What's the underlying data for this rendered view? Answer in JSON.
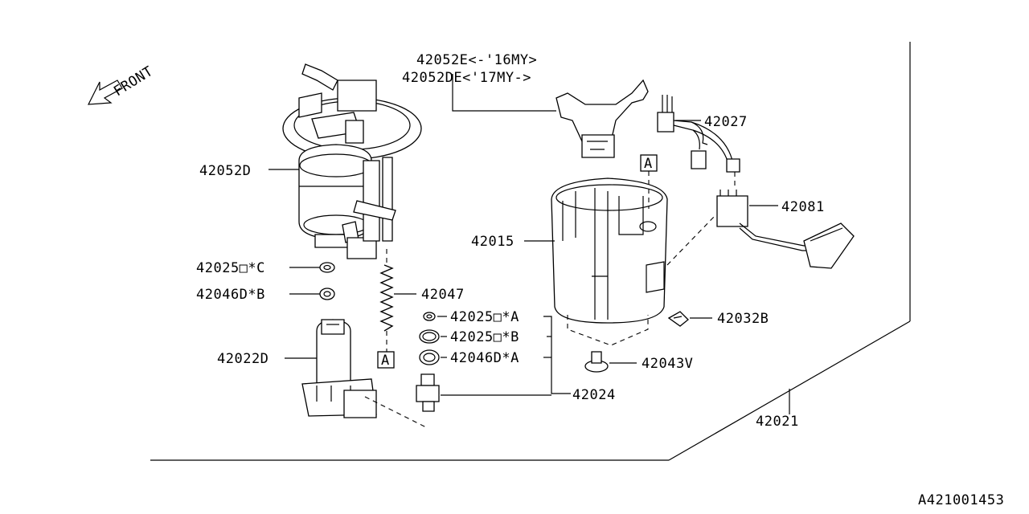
{
  "diagram": {
    "front_label": "FRONT",
    "part_labels": {
      "p42052E": "42052E<-'16MY>",
      "p42052DE": "42052DE<'17MY->",
      "p42027": "42027",
      "p42052D": "42052D",
      "p42081": "42081",
      "p42015": "42015",
      "p42025C": "42025□*C",
      "p42046B": "42046D*B",
      "p42047": "42047",
      "p42025A": "42025□*A",
      "p42032B": "42032B",
      "p42025B": "42025□*B",
      "p42022D": "42022D",
      "p42046A": "42046D*A",
      "p42043V": "42043V",
      "p42024": "42024",
      "p42021": "42021"
    },
    "ref_markers": {
      "marker_a_top": "A",
      "marker_a_bottom": "A"
    },
    "drawing_id": "A421001453"
  }
}
